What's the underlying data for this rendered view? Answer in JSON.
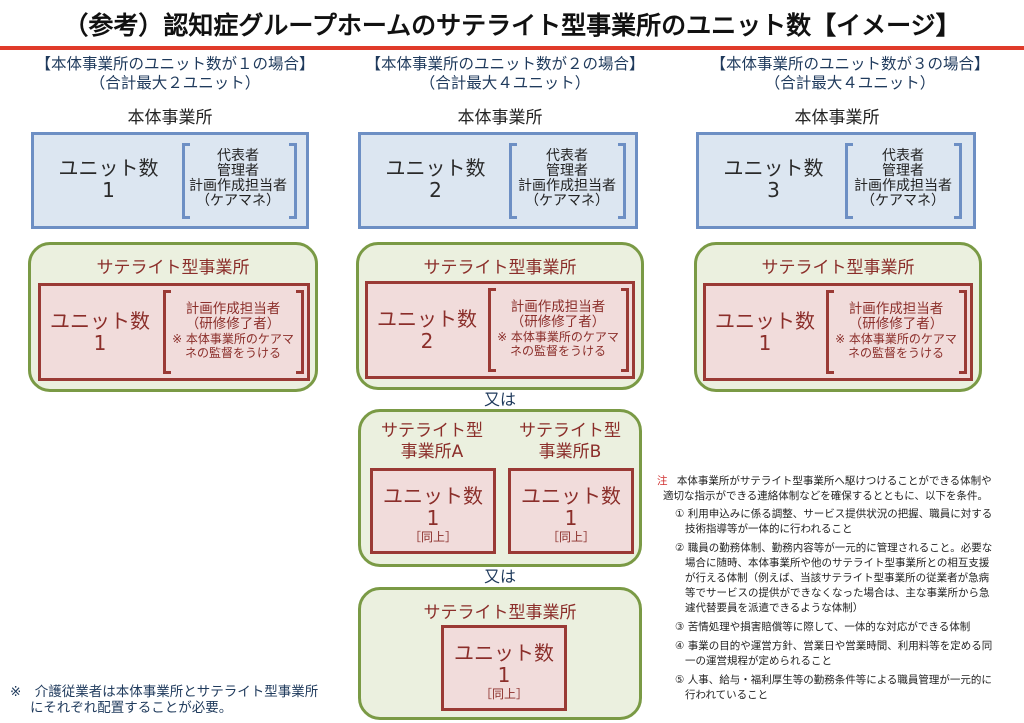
{
  "title": "（参考）認知症グループホームのサテライト型事業所のユニット数【イメージ】",
  "colors": {
    "accent_line": "#e03a2a",
    "main_box_fill": "#dce6f1",
    "main_box_border": "#6d8fc4",
    "satellite_outer_fill": "#ebf0df",
    "satellite_outer_border": "#7a9a45",
    "satellite_inner_fill": "#f1dcdb",
    "satellite_inner_border": "#9a3a35"
  },
  "cases": [
    {
      "heading": "【本体事業所のユニット数が１の場合】",
      "subheading": "（合計最大２ユニット）",
      "main_label": "本体事業所",
      "main_unit_label": "ユニット数",
      "main_unit_value": "1",
      "main_staff": [
        "代表者",
        "管理者",
        "計画作成担当者",
        "（ケアマネ）"
      ],
      "satellite_label": "サテライト型事業所",
      "satellite_unit_label": "ユニット数",
      "satellite_unit_value": "1",
      "satellite_staff": [
        "計画作成担当者",
        "（研修修了者）"
      ],
      "satellite_note_1": "※ 本体事業所のケアマ",
      "satellite_note_2": "ネの監督をうける"
    },
    {
      "heading": "【本体事業所のユニット数が２の場合】",
      "subheading": "（合計最大４ユニット）",
      "main_label": "本体事業所",
      "main_unit_label": "ユニット数",
      "main_unit_value": "2",
      "main_staff": [
        "代表者",
        "管理者",
        "計画作成担当者",
        "（ケアマネ）"
      ],
      "satellite_label": "サテライト型事業所",
      "satellite_unit_label": "ユニット数",
      "satellite_unit_value": "2",
      "satellite_staff": [
        "計画作成担当者",
        "（研修修了者）"
      ],
      "satellite_note_1": "※ 本体事業所のケアマ",
      "satellite_note_2": "ネの監督をうける"
    },
    {
      "heading": "【本体事業所のユニット数が３の場合】",
      "subheading": "（合計最大４ユニット）",
      "main_label": "本体事業所",
      "main_unit_label": "ユニット数",
      "main_unit_value": "3",
      "main_staff": [
        "代表者",
        "管理者",
        "計画作成担当者",
        "（ケアマネ）"
      ],
      "satellite_label": "サテライト型事業所",
      "satellite_unit_label": "ユニット数",
      "satellite_unit_value": "1",
      "satellite_staff": [
        "計画作成担当者",
        "（研修修了者）"
      ],
      "satellite_note_1": "※ 本体事業所のケアマ",
      "satellite_note_2": "ネの監督をうける"
    }
  ],
  "alt1": {
    "or_label": "又は",
    "sat_a_label_1": "サテライト型",
    "sat_a_label_2": "事業所A",
    "sat_b_label_1": "サテライト型",
    "sat_b_label_2": "事業所B",
    "unit_label": "ユニット数",
    "unit_value_a": "1",
    "unit_value_b": "1",
    "same_label": "［同上］"
  },
  "alt2": {
    "or_label": "又は",
    "sat_label": "サテライト型事業所",
    "unit_label": "ユニット数",
    "unit_value": "1",
    "same_label": "［同上］"
  },
  "notes": {
    "mark": "注",
    "intro_1": "本体事業所がサテライト型事業所へ駆けつけることができる体制や",
    "intro_2": "適切な指示ができる連絡体制などを確保するとともに、以下を条件。",
    "items": [
      [
        "① 利用申込みに係る調整、サービス提供状況の把握、職員に対する",
        "技術指導等が一体的に行われること"
      ],
      [
        "② 職員の勤務体制、勤務内容等が一元的に管理されること。必要な",
        "場合に随時、本体事業所や他のサテライト型事業所との相互支援",
        "が行える体制（例えば、当該サテライト型事業所の従業者が急病",
        "等でサービスの提供ができなくなった場合は、主な事業所から急",
        "遽代替要員を派遣できるような体制）"
      ],
      [
        "③ 苦情処理や損害賠償等に際して、一体的な対応ができる体制"
      ],
      [
        "④ 事業の目的や運営方針、営業日や営業時間、利用料等を定める同",
        "一の運営規程が定められること"
      ],
      [
        "⑤ 人事、給与・福利厚生等の勤務条件等による職員管理が一元的に",
        "行われていること"
      ]
    ]
  },
  "footnote": {
    "line_1": "※　介護従業者は本体事業所とサテライト型事業所",
    "line_2": "にそれぞれ配置することが必要。"
  }
}
